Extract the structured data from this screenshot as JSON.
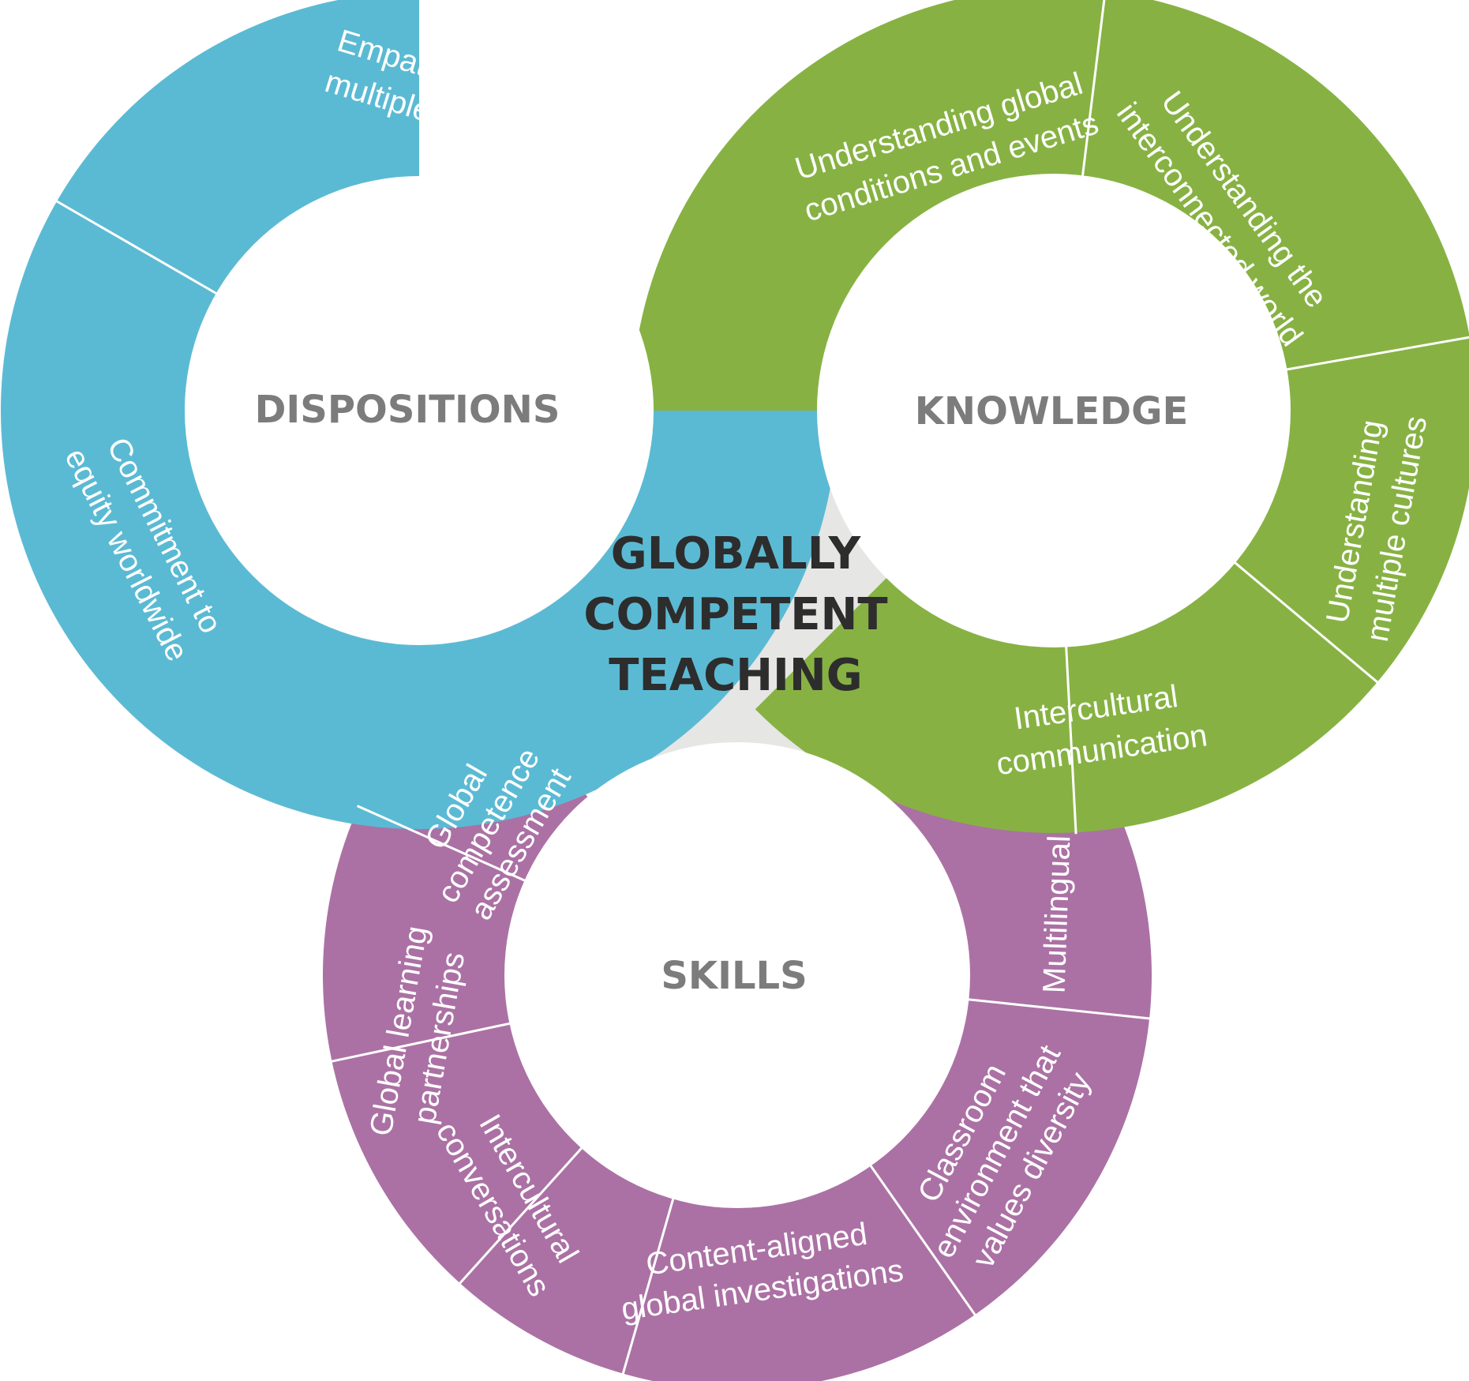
{
  "colors": {
    "dispositions": "#5bbad3",
    "knowledge": "#87b243",
    "skills": "#ab71a4",
    "center": "#e6e6e5",
    "divider": "#ffffff",
    "ring_title": "#7c7c7c",
    "center_title": "#2d2d2d"
  },
  "center": {
    "lines": [
      "GLOBALLY",
      "COMPETENT",
      "TEACHING"
    ]
  },
  "rings": {
    "dispositions": {
      "title": "DISPOSITIONS",
      "segments": [
        {
          "lines": [
            "Empathy and valuing",
            "multiple perspectives"
          ]
        },
        {
          "lines": [
            "Commitment to",
            "equity worldwide"
          ]
        }
      ]
    },
    "knowledge": {
      "title": "KNOWLEDGE",
      "segments": [
        {
          "lines": [
            "Understanding global",
            "conditions and events"
          ]
        },
        {
          "lines": [
            "Understanding the",
            "interconnected world"
          ]
        },
        {
          "lines": [
            "Understanding",
            "multiple cultures"
          ]
        },
        {
          "lines": [
            "Intercultural",
            "communication"
          ]
        }
      ]
    },
    "skills": {
      "title": "SKILLS",
      "segments": [
        {
          "lines": [
            "Global",
            "competence",
            "assessment"
          ]
        },
        {
          "lines": [
            "Global learning",
            "partnerships"
          ]
        },
        {
          "lines": [
            "Intercultural",
            "conversations"
          ]
        },
        {
          "lines": [
            "Content-aligned",
            "global investigations"
          ]
        },
        {
          "lines": [
            "Classroom",
            "environment that",
            "values diversity"
          ]
        },
        {
          "lines": [
            "Multilingual"
          ]
        }
      ]
    }
  }
}
